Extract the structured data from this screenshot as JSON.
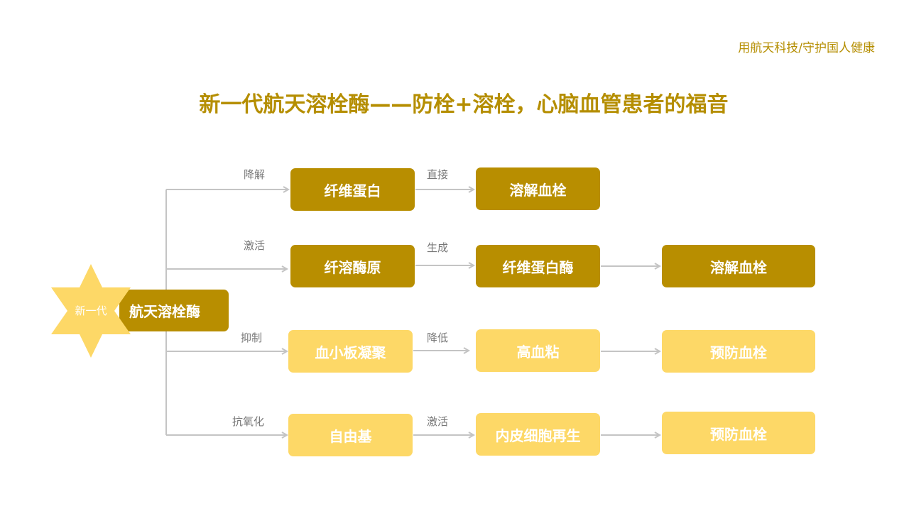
{
  "header": {
    "slogan": "用航天科技/守护国人健康",
    "title": "新一代航天溶栓酶——防栓+溶栓，心脑血管患者的福音"
  },
  "root": {
    "badge": "新一代",
    "label": "航天溶栓酶"
  },
  "rows": [
    {
      "branch_label": "降解",
      "nodes": [
        {
          "label": "纤维蛋白",
          "style": "dark"
        },
        {
          "label": "溶解血栓",
          "style": "dark"
        }
      ],
      "edge_labels": [
        "直接"
      ]
    },
    {
      "branch_label": "激活",
      "nodes": [
        {
          "label": "纤溶酶原",
          "style": "dark"
        },
        {
          "label": "纤维蛋白酶",
          "style": "dark"
        },
        {
          "label": "溶解血栓",
          "style": "dark"
        }
      ],
      "edge_labels": [
        "生成"
      ]
    },
    {
      "branch_label": "抑制",
      "nodes": [
        {
          "label": "血小板凝聚",
          "style": "light"
        },
        {
          "label": "高血粘",
          "style": "light"
        },
        {
          "label": "预防血栓",
          "style": "light"
        }
      ],
      "edge_labels": [
        "降低"
      ]
    },
    {
      "branch_label": "抗氧化",
      "nodes": [
        {
          "label": "自由基",
          "style": "light"
        },
        {
          "label": "内皮细胞再生",
          "style": "light"
        },
        {
          "label": "预防血栓",
          "style": "light"
        }
      ],
      "edge_labels": [
        "激活"
      ]
    }
  ],
  "colors": {
    "accent": "#b58e00",
    "dark_node": "#b88e00",
    "light_node": "#fdd867",
    "connector": "#c4c4c4",
    "edge_label": "#777777"
  }
}
